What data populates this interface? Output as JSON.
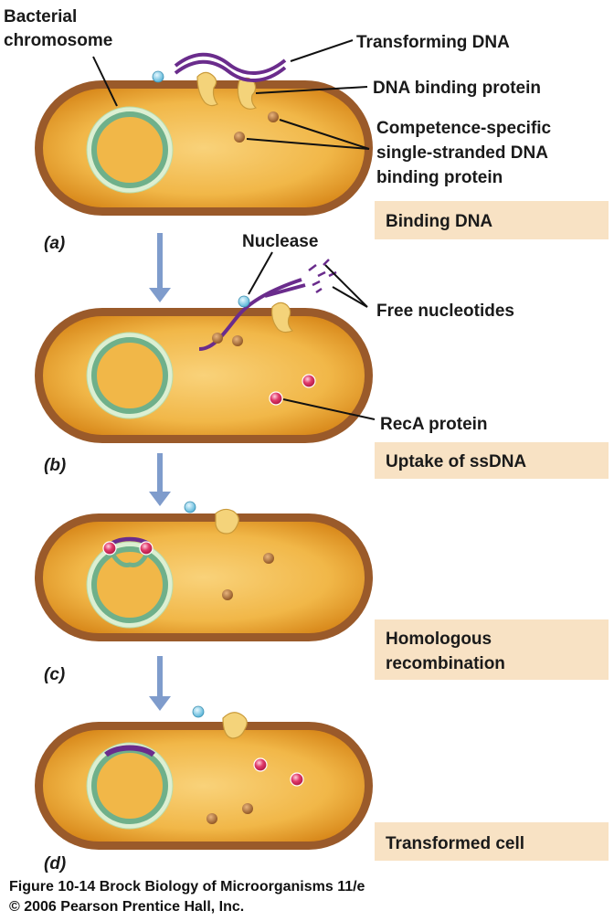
{
  "labels": {
    "bacterial_chromosome_1": "Bacterial",
    "bacterial_chromosome_2": "chromosome",
    "transforming_dna": "Transforming DNA",
    "dna_binding_protein": "DNA binding protein",
    "competence_1": "Competence-specific",
    "competence_2": "single-stranded DNA",
    "competence_3": "binding protein",
    "nuclease": "Nuclease",
    "free_nucleotides": "Free nucleotides",
    "reca_protein": "RecA protein"
  },
  "steps": [
    {
      "letter": "(a)",
      "title_1": "Binding DNA",
      "title_2": ""
    },
    {
      "letter": "(b)",
      "title_1": "Uptake of ssDNA",
      "title_2": ""
    },
    {
      "letter": "(c)",
      "title_1": "Homologous",
      "title_2": "recombination"
    },
    {
      "letter": "(d)",
      "title_1": "Transformed cell",
      "title_2": ""
    }
  ],
  "caption": {
    "line1": "Figure 10-14  Brock Biology of Microorganisms 11/e",
    "line2": "© 2006 Pearson Prentice Hall, Inc."
  },
  "colors": {
    "cell_wall": "#9a5a2a",
    "cytoplasm": "#f5c45a",
    "cytoplasm_edge": "#dc8f1e",
    "chromosome": "#6fb08a",
    "chromosome_halo": "#d9ecd0",
    "dna": "#6a2c8c",
    "dna_binding_protein": "#f4d37a",
    "ssdna_binding_protein": "#9a6030",
    "nuclease": "#7fd0ea",
    "reca": "#d8245a",
    "label_box": "#f8e2c4",
    "arrow": "#7f9ccc"
  }
}
